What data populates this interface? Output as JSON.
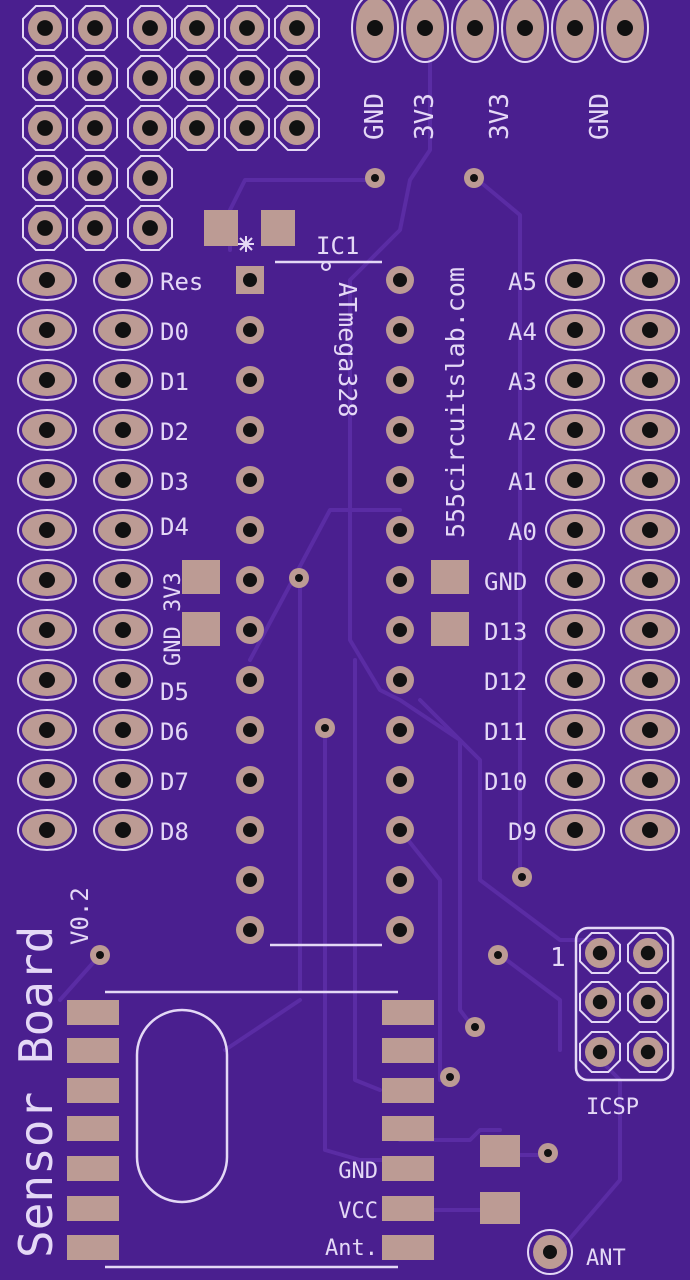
{
  "title_vertical": "Sensor Board",
  "version": "V0.2",
  "ic_label": "IC1",
  "ic_part": "ATmega328",
  "website": "555circuitslab.com",
  "left_pins": [
    "Res",
    "D0",
    "D1",
    "D2",
    "D3",
    "D4",
    "D5",
    "D6",
    "D7",
    "D8"
  ],
  "left_power": [
    "3V3",
    "GND"
  ],
  "right_pins": [
    "A5",
    "A4",
    "A3",
    "A2",
    "A1",
    "A0",
    "GND",
    "D13",
    "D12",
    "D11",
    "D10",
    "D9"
  ],
  "top_header": [
    "GND",
    "3V3",
    "3V3",
    "GND"
  ],
  "icsp_label": "ICSP",
  "icsp_pin1": "1",
  "module_pins": [
    "GND",
    "VCC",
    "Ant."
  ],
  "antenna_label": "ANT",
  "colors": {
    "board": "#4a1f8f",
    "silkscreen": "#e4d8f6",
    "trace": "#5a2ca4",
    "pad": "#bc9b94",
    "drill": "#111111"
  }
}
